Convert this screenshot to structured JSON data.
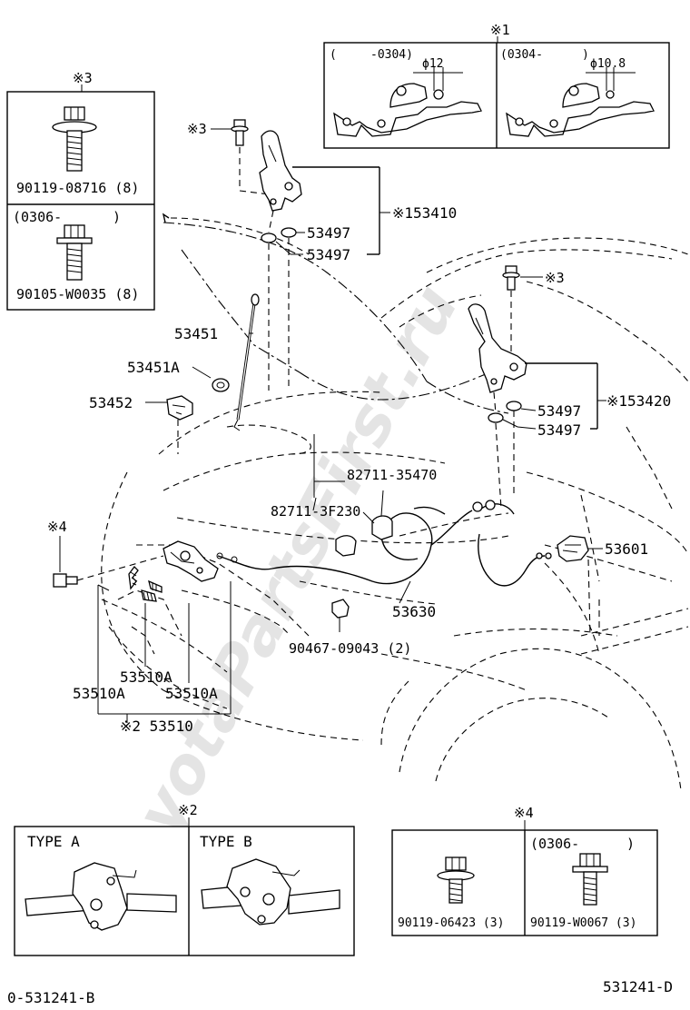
{
  "watermark": "ToyotaPartsFirst.ru",
  "notes": {
    "n1": "※1",
    "n3_top": "※3",
    "n3_left": "※3",
    "n3_right": "※3",
    "n4_left": "※4",
    "n2_top": "※2",
    "n4_box": "※4"
  },
  "inset_note1": {
    "left_range_open": "(",
    "left_range": "-0304)",
    "left_dim": "ϕ12",
    "right_range": "(0304-",
    "right_range_close": ")",
    "right_dim": "ϕ10.8"
  },
  "inset_bolt3": {
    "top_part": "90119-08716 (8)",
    "bottom_range": "(0306-",
    "bottom_range_close": ")",
    "bottom_part": "90105-W0035 (8)"
  },
  "parts": {
    "p153410": "※153410",
    "p53497_a": "53497",
    "p53497_b": "53497",
    "p53451": "53451",
    "p53451A": "53451A",
    "p53452": "53452",
    "p153420": "※153420",
    "p53497_c": "53497",
    "p53497_d": "53497",
    "p82711_35470": "82711-35470",
    "p82711_3F230": "82711-3F230",
    "p53601": "53601",
    "p53630": "53630",
    "p90467": "90467-09043 (2)",
    "p53510A_1": "53510A",
    "p53510A_2": "53510A",
    "p53510A_3": "53510A",
    "p53510": "※2 53510"
  },
  "inset_type": {
    "type_a": "TYPE A",
    "type_b": "TYPE B"
  },
  "inset_bolt4": {
    "left_part": "90119-06423 (3)",
    "right_range": "(0306-",
    "right_range_close": ")",
    "right_part": "90119-W0067 (3)"
  },
  "footer": {
    "left_code": "0-531241-B",
    "right_code": "531241-D"
  }
}
